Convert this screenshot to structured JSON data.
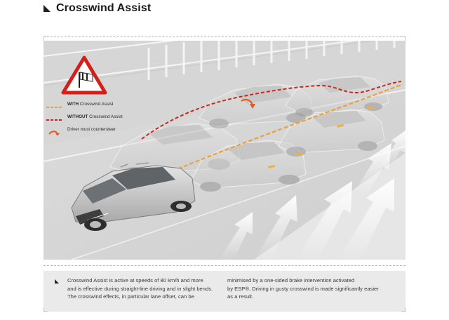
{
  "header": {
    "title": "Crosswind Assist"
  },
  "legend": {
    "with_prefix": "WITH",
    "with_suffix": " Crosswind Assist",
    "without_prefix": "WITHOUT",
    "without_suffix": " Crosswind Assist",
    "countersteer": "Driver must countersteer"
  },
  "colors": {
    "with_path": "#e8a23c",
    "without_path": "#c8281e",
    "countersteer_arrow": "#e05a28",
    "warning_border": "#d4201a",
    "caption_bg": "#eaeaea"
  },
  "icons": {
    "warning": "crosswind-warning-sign-icon",
    "windsock": "windsock-icon",
    "wind_arrows": "wind-arrow-icon"
  },
  "caption": {
    "col1": [
      "Crosswind Assist is active at speeds of 80 km/h and more",
      "and is effective during straight-line driving and in slight bends.",
      "The crosswind effects, in particular lane offset, can be"
    ],
    "col2": [
      "minimised by a one-sided brake intervention activated",
      "by ESP®. Driving in gusty crosswind is made significantly easier",
      "as a result."
    ]
  }
}
